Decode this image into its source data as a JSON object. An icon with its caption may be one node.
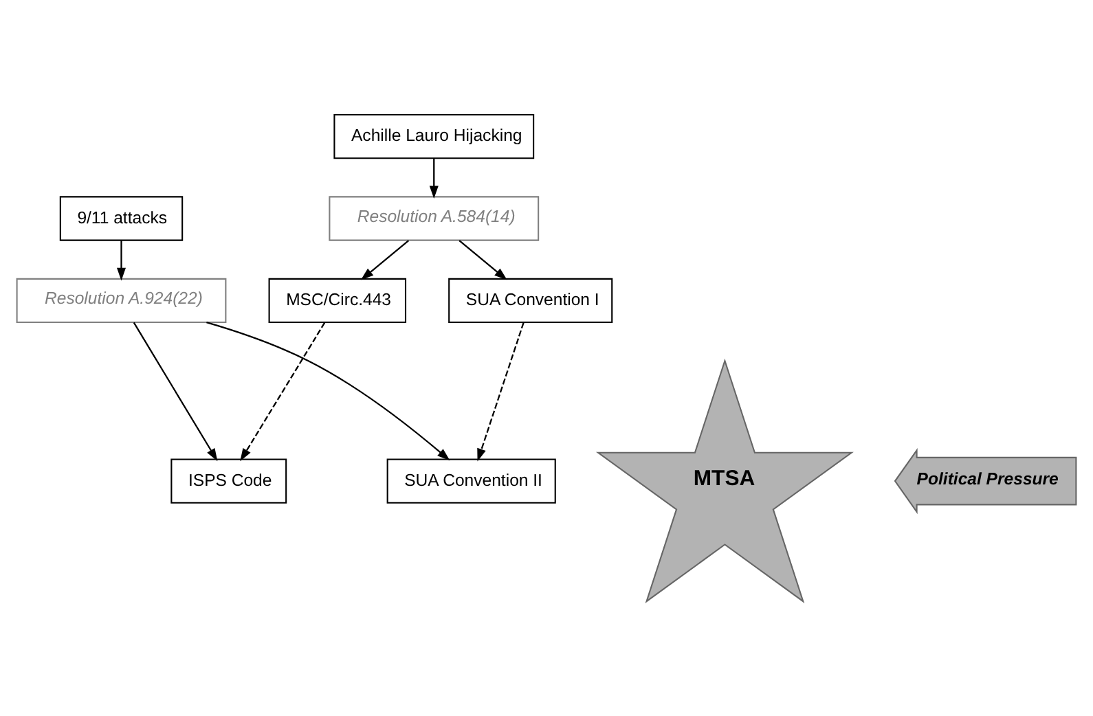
{
  "diagram": {
    "nodes": [
      {
        "text": [
          "Achille Lauro Hijacking"
        ]
      },
      {
        "text": [
          "Resolution A.584(14)"
        ]
      },
      {
        "text": [
          "MSC/Circ.443"
        ]
      },
      {
        "text": [
          "SUA Convention I"
        ]
      },
      {
        "text": [
          "9/11 attacks"
        ]
      },
      {
        "text": [
          "Resolution A.924(22)"
        ]
      },
      {
        "text": [
          "MTSA"
        ]
      },
      {
        "text": [
          "ISPS Code"
        ]
      },
      {
        "text": [
          "SUA Convention II"
        ]
      },
      {
        "text": [
          "Political Pressure"
        ]
      }
    ],
    "edges": [
      {
        "from": 0,
        "to": 1,
        "arrow": "to"
      },
      {
        "from": 1,
        "to": 2,
        "arrow": "to"
      },
      {
        "from": 1,
        "to": 3,
        "arrow": "to"
      },
      {
        "from": 2,
        "to": 7,
        "arrow": "to",
        "style": "dashed"
      },
      {
        "from": 3,
        "to": 8,
        "arrow": "to",
        "style": "dashed"
      },
      {
        "from": 4,
        "to": 5,
        "arrow": "to"
      },
      {
        "from": 5,
        "to": 7,
        "arrow": "to"
      },
      {
        "from": 5,
        "to": 8,
        "arrow": "to"
      }
    ]
  }
}
